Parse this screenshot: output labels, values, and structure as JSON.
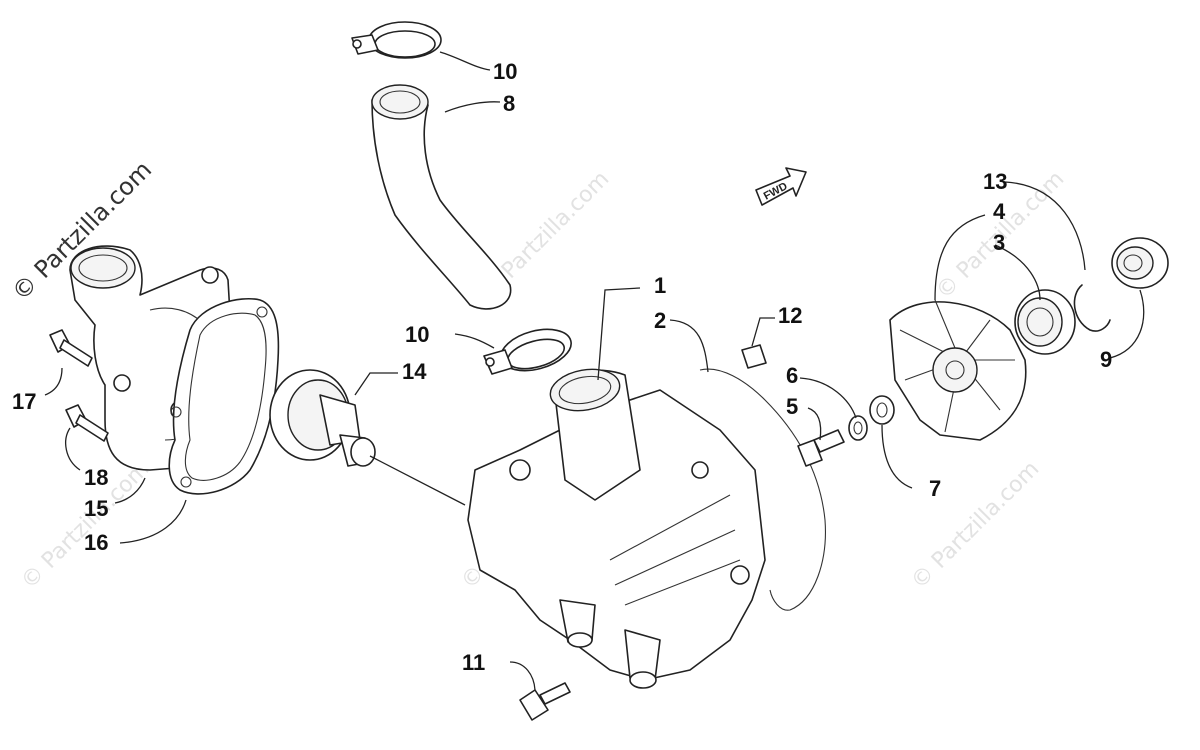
{
  "diagram": {
    "brand_watermark": "© Partzilla.com",
    "repeated_watermark": "© Partzilla.com",
    "fwd_label": "FWD",
    "callouts": {
      "c1": "1",
      "c2": "2",
      "c3": "3",
      "c4": "4",
      "c5": "5",
      "c6": "6",
      "c7": "7",
      "c8": "8",
      "c9": "9",
      "c10a": "10",
      "c10b": "10",
      "c11": "11",
      "c12": "12",
      "c13": "13",
      "c14": "14",
      "c15": "15",
      "c16": "16",
      "c17": "17",
      "c18": "18"
    },
    "colors": {
      "line": "#222222",
      "watermark": "#e2e2e2",
      "background": "#ffffff"
    }
  }
}
